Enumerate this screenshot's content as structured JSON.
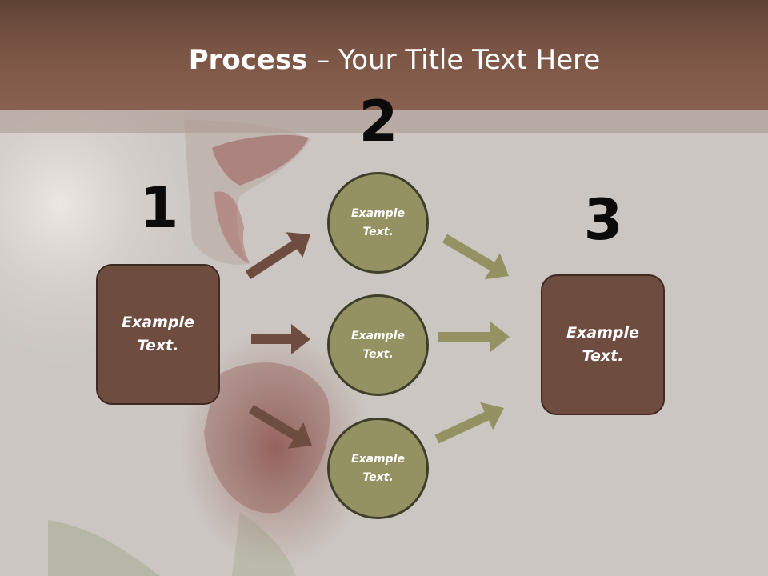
{
  "slide": {
    "title_bold": "Process",
    "title_rest": " – Your Title Text Here"
  },
  "steps": {
    "one": {
      "number": "1",
      "text": "Example Text."
    },
    "two": {
      "number": "2"
    },
    "three": {
      "number": "3",
      "text": "Example Text."
    }
  },
  "circles": [
    {
      "text": "Example Text."
    },
    {
      "text": "Example Text."
    },
    {
      "text": "Example Text."
    }
  ],
  "colors": {
    "header": "#7a5444",
    "box_fill": "#6e4c3f",
    "circle_fill": "#949163",
    "brown_arrow": "#6e4c3f",
    "olive_arrow": "#949163",
    "background": "#cbc6c1"
  }
}
